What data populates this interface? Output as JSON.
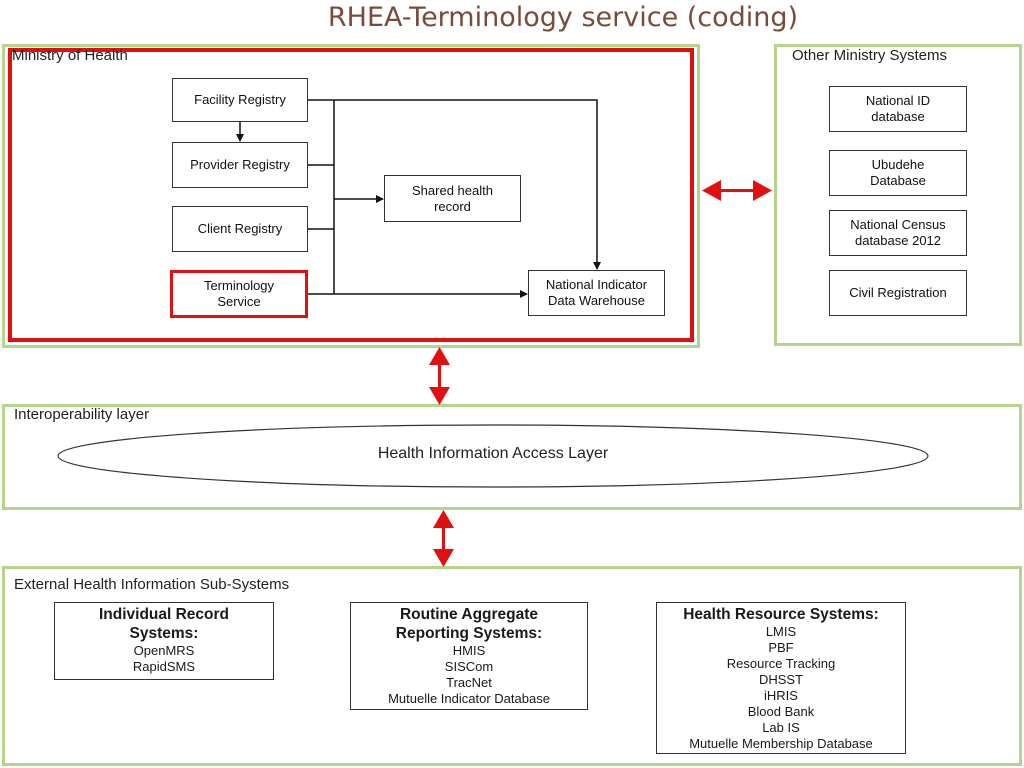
{
  "title": "RHEA-Terminology service (coding)",
  "ministry": {
    "label": "Ministry of Health",
    "facility_registry": "Facility Registry",
    "provider_registry": "Provider Registry",
    "client_registry": "Client Registry",
    "terminology_service": [
      "Terminology",
      "Service"
    ],
    "shared_health_record": [
      "Shared health",
      "record"
    ],
    "nidw": [
      "National Indicator",
      "Data Warehouse"
    ]
  },
  "other": {
    "label": "Other Ministry Systems",
    "national_id": [
      "National ID",
      "database"
    ],
    "ubudehe": [
      "Ubudehe",
      "Database"
    ],
    "census": [
      "National Census",
      "database 2012"
    ],
    "civil": "Civil Registration"
  },
  "interop": {
    "label": "Interoperability layer",
    "hial": "Health Information Access Layer"
  },
  "external": {
    "label": "External Health Information Sub-Systems",
    "individual": {
      "heading": [
        "Individual Record",
        "Systems:"
      ],
      "items": [
        "OpenMRS",
        "RapidSMS"
      ]
    },
    "aggregate": {
      "heading": [
        "Routine Aggregate",
        "Reporting Systems:"
      ],
      "items": [
        "HMIS",
        "SISCom",
        "TracNet",
        "Mutuelle Indicator Database"
      ]
    },
    "resource": {
      "heading": [
        "Health Resource Systems:"
      ],
      "items": [
        "LMIS",
        "PBF",
        "Resource Tracking",
        "DHSST",
        "iHRIS",
        "Blood Bank",
        "Lab IS",
        "Mutuelle Membership Database"
      ]
    }
  },
  "colors": {
    "panel_border": "#b5d38a",
    "highlight": "#e01010",
    "title": "#7a4a3a"
  }
}
